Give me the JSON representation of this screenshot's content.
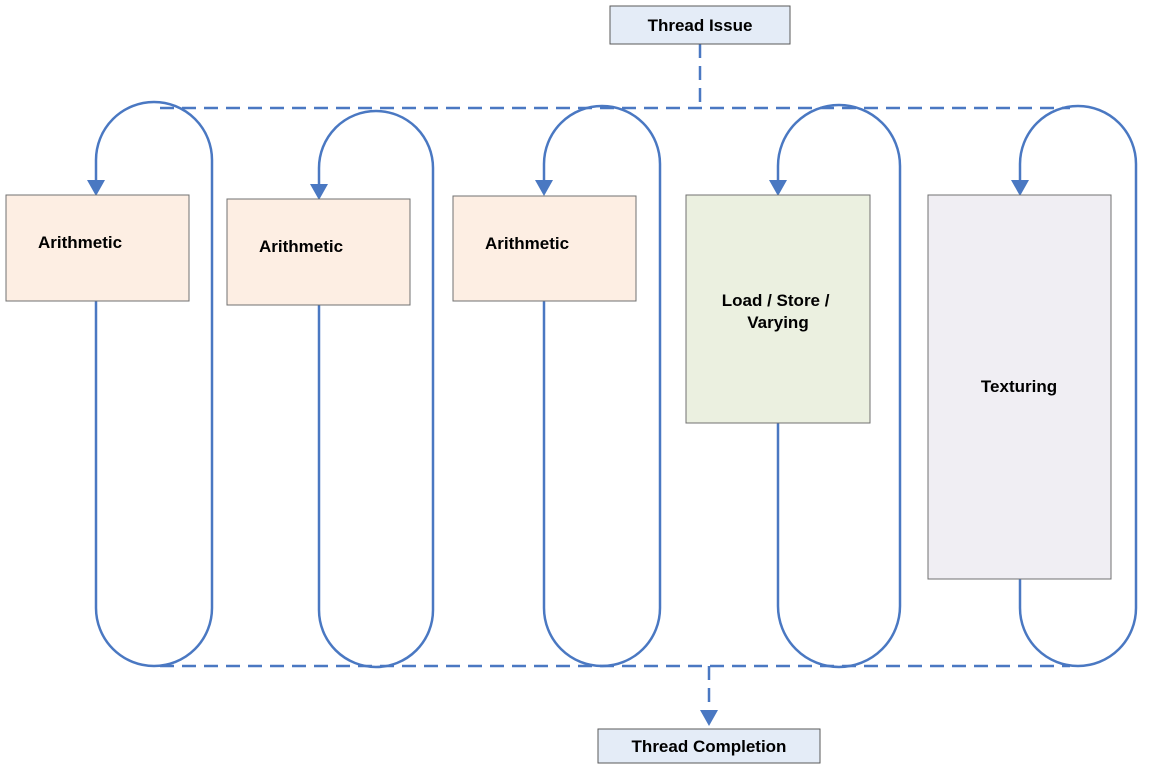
{
  "diagram": {
    "issue_label": "Thread Issue",
    "completion_label": "Thread Completion",
    "units": [
      {
        "label_lines": [
          "Arithmetic"
        ],
        "color": "#fdeee3"
      },
      {
        "label_lines": [
          "Arithmetic"
        ],
        "color": "#fdeee3"
      },
      {
        "label_lines": [
          "Arithmetic"
        ],
        "color": "#fdeee3"
      },
      {
        "label_lines": [
          "Load / Store /",
          "Varying"
        ],
        "color": "#ebf0e0"
      },
      {
        "label_lines": [
          "Texturing"
        ],
        "color": "#f0eef3"
      }
    ],
    "colors": {
      "line": "#4a78c2",
      "terminal_fill": "#e4ecf7"
    }
  }
}
